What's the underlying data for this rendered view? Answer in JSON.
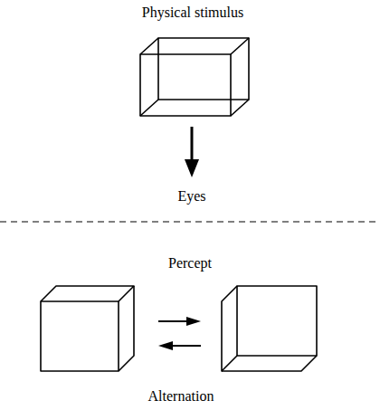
{
  "diagram": {
    "labels": [
      "Physical stimulus",
      "Eyes",
      "Percept",
      "Alternation"
    ]
  }
}
